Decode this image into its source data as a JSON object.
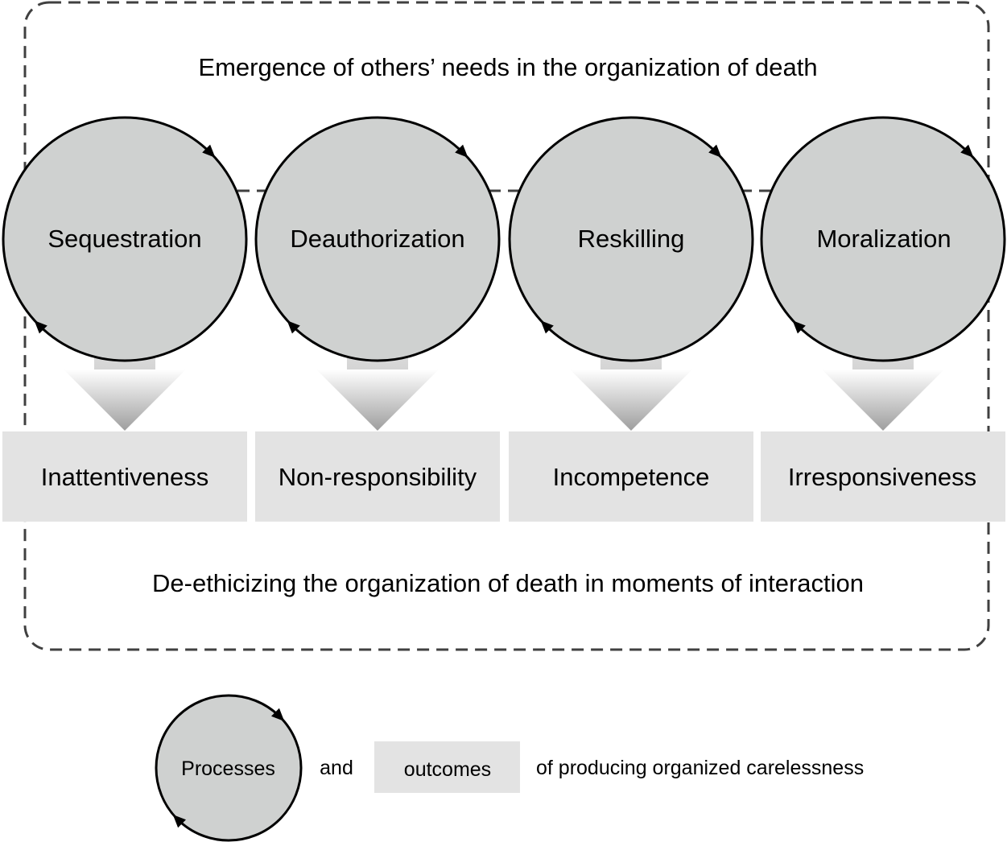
{
  "top_caption": "Emergence of others’ needs in the organization of death",
  "bottom_caption": "De-ethicizing the organization of death in moments of interaction",
  "processes": [
    "Sequestration",
    "Deauthorization",
    "Reskilling",
    "Moralization"
  ],
  "outcomes": [
    "Inattentiveness",
    "Non-responsibility",
    "Incompetence",
    "Irresponsiveness"
  ],
  "legend": {
    "process_label": "Processes",
    "and_text": "and",
    "outcome_label": "outcomes",
    "suffix_text": "of producing organized carelessness"
  },
  "colors": {
    "circle_fill": "#cfd1d0",
    "outcome_box_fill": "#e3e3e3",
    "dashed_line": "#404040"
  }
}
